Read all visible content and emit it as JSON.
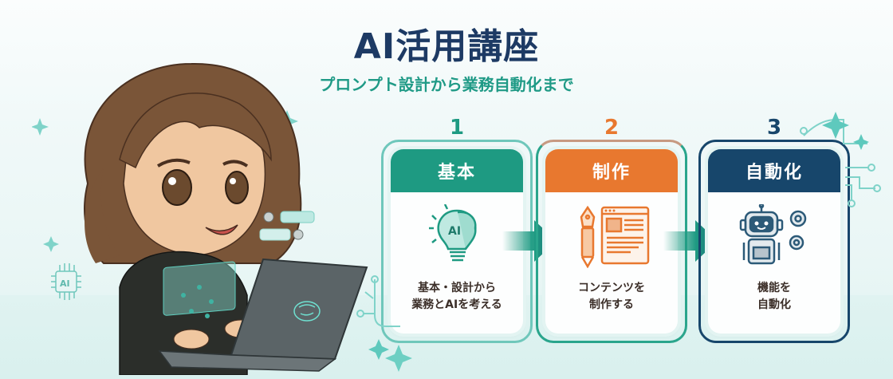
{
  "header": {
    "title": "AI活用講座",
    "subtitle": "プロンプト設計から業務自動化まで"
  },
  "illustration": {
    "subject": "chibi-person-with-laptop",
    "chip_label": "AI"
  },
  "steps": [
    {
      "number": "1",
      "title": "基本",
      "icon": "lightbulb-brain-ai-icon",
      "icon_label": "AI",
      "desc_lines": [
        "基本・設計から",
        "業務とAIを考える"
      ],
      "color": "#1e9a82"
    },
    {
      "number": "2",
      "title": "制作",
      "icon": "pen-and-document-icon",
      "desc_lines": [
        "コンテンツを",
        "制作する"
      ],
      "color": "#e8782f"
    },
    {
      "number": "3",
      "title": "自動化",
      "icon": "robot-with-gears-icon",
      "desc_lines": [
        "機能を",
        "自動化"
      ],
      "color": "#17466b"
    }
  ],
  "colors": {
    "title": "#1d3a64",
    "subtitle": "#1f9a86",
    "arrow": "#1e9a82",
    "sparkle": "#5ec9bd"
  }
}
